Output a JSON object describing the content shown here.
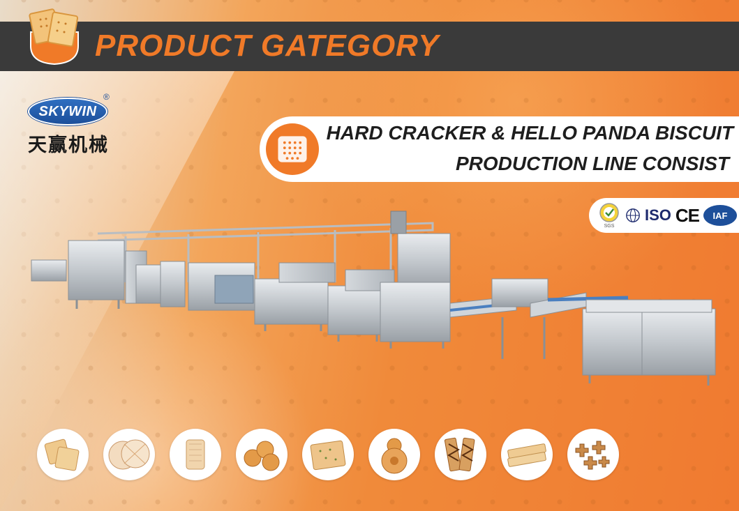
{
  "banner": {
    "title": "PRODUCT GATEGORY",
    "badge_icon": "cracker-biscuit-icon"
  },
  "brand": {
    "logo_text": "SKYWIN",
    "registered_mark": "®",
    "chinese_name": "天赢机械"
  },
  "headline": {
    "icon": "biscuit-icon",
    "line1": "HARD CRACKER & HELLO PANDA BISCUIT",
    "line2": "PRODUCTION LINE CONSIST"
  },
  "certifications": {
    "sgs_label": "SGS",
    "iso_label": "ISO",
    "ce_label": "CE",
    "iaf_label": "IAF"
  },
  "colors": {
    "accent": "#f07a28",
    "banner_bg": "#3a3a3a",
    "logo_blue": "#1d4f9a"
  },
  "product_thumbnails": [
    "square-cracker",
    "round-lattice-biscuit",
    "filled-pastry",
    "round-biscuits",
    "herb-cracker",
    "flower-biscuit",
    "chocolate-drizzle-biscuit",
    "long-crackers",
    "cross-shaped-biscuits"
  ]
}
